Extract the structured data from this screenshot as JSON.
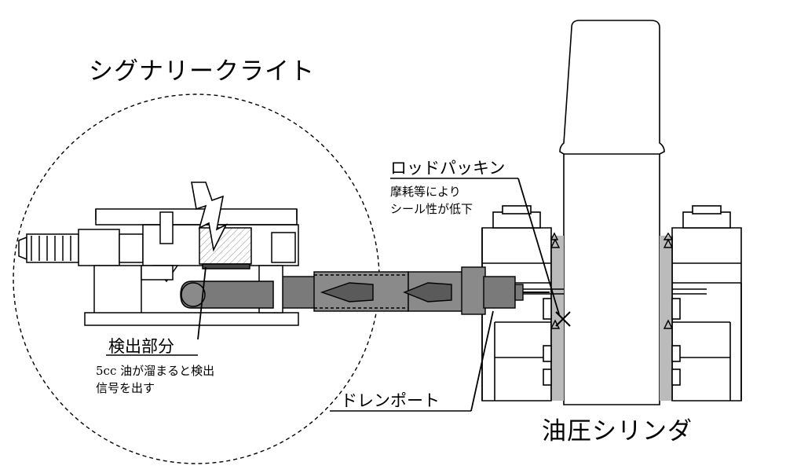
{
  "labels": {
    "title_light": "シグナリークライト",
    "detector": "検出部分",
    "detector_note_1": "5cc 油が溜まると検出",
    "detector_note_2": "信号を出す",
    "rod_packing": "ロッドパッキン",
    "rod_packing_note_1": "摩耗等により",
    "rod_packing_note_2": "シール性が低下",
    "drain_port": "ドレンポート",
    "cylinder": "油圧シリンダ"
  },
  "colors": {
    "line": "#000000",
    "fill_dark": "#6e6e6e",
    "fill_mid": "#9a9a9a",
    "background": "#ffffff"
  },
  "icons": {
    "lightning": "lightning-bolt-icon",
    "failure_mark": "x-mark-icon",
    "seal_marks": "triangle-seal-icon"
  }
}
